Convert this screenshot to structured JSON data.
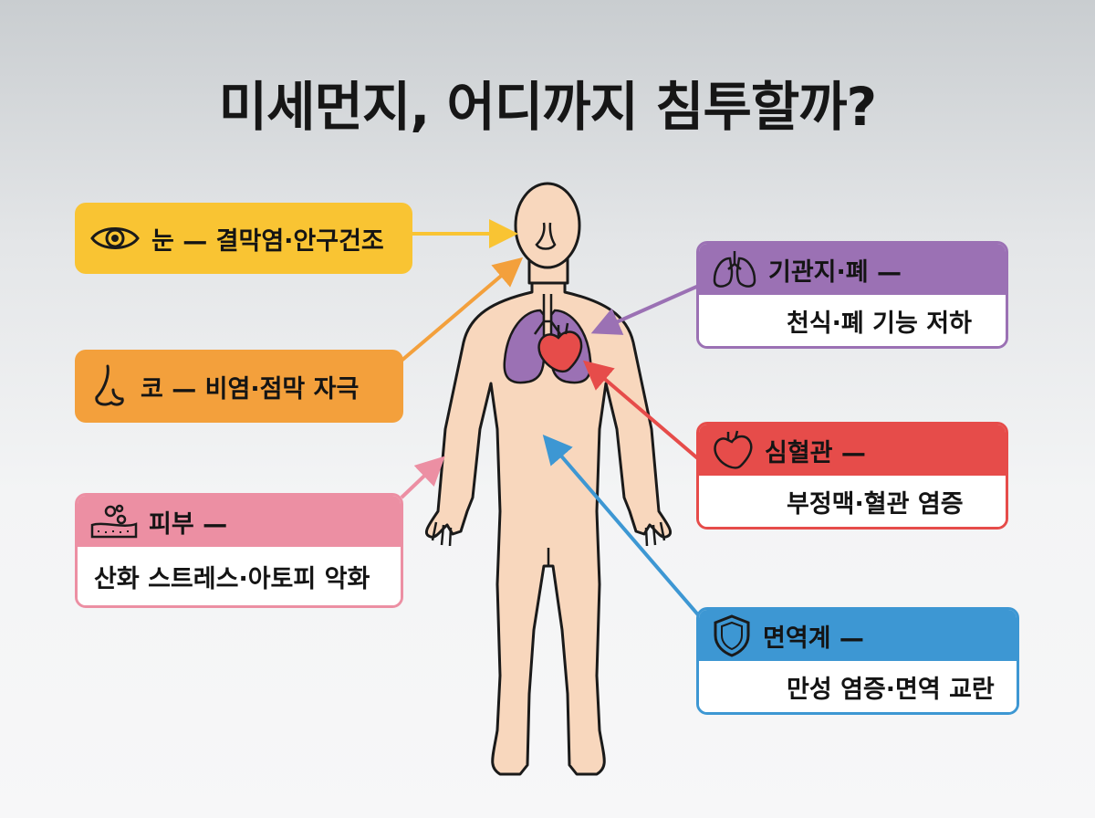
{
  "title": "미세먼지, 어디까지 침투할까?",
  "colors": {
    "eye": "#f9c433",
    "nose": "#f3a03c",
    "skin": "#ec8fa3",
    "lung": "#9b71b4",
    "heart": "#e64c4a",
    "immune": "#3d97d3",
    "body_fill": "#f8d7bd",
    "outline": "#1a1a1a"
  },
  "cards": {
    "eye": {
      "icon": "eye-icon",
      "heading": "눈 — 결막염·안구건조"
    },
    "nose": {
      "icon": "nose-icon",
      "heading": "코 — 비염·점막 자극"
    },
    "skin": {
      "icon": "skin-icon",
      "heading": "피부 —",
      "detail": "산화 스트레스·아토피 악화"
    },
    "lung": {
      "icon": "lungs-icon",
      "heading": "기관지·폐 —",
      "detail": "천식·폐 기능 저하"
    },
    "heart": {
      "icon": "heart-icon",
      "heading": "심혈관 —",
      "detail": "부정맥·혈관 염증"
    },
    "immune": {
      "icon": "shield-icon",
      "heading": "면역계 —",
      "detail": "만성 염증·면역 교란"
    }
  }
}
